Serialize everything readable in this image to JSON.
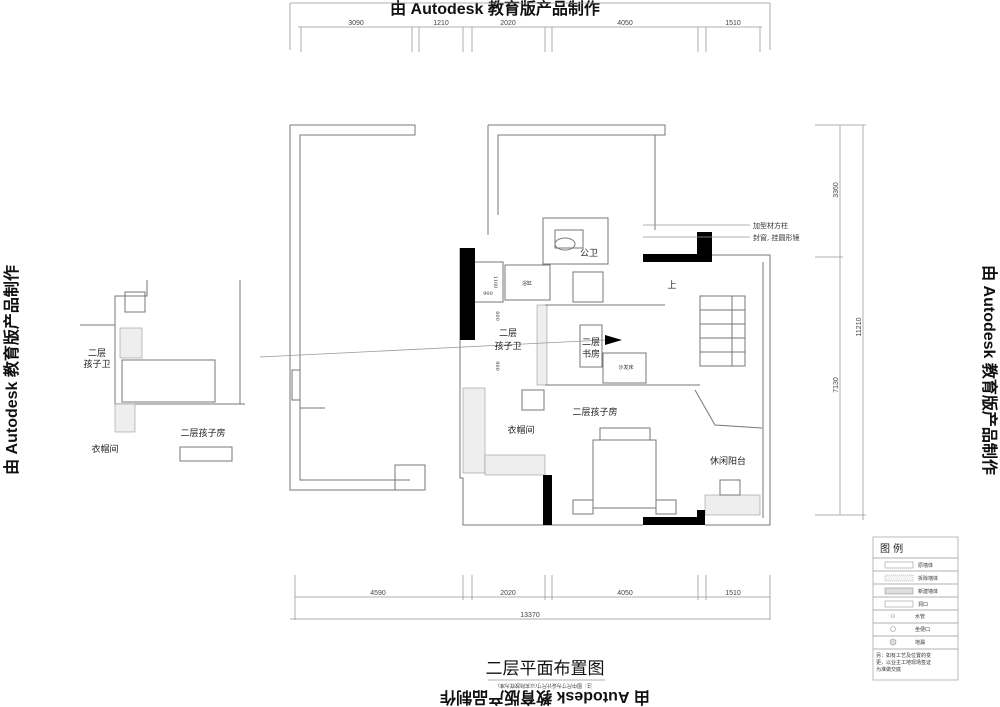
{
  "watermark": "由 Autodesk 教育版产品制作",
  "title": "二层平面布置图",
  "note": "注：图中尺寸为设计尺寸(以实际放样为准)",
  "top_dims": [
    "3090",
    "1210",
    "2020",
    "4050",
    "1510"
  ],
  "bottom_dims": [
    "4590",
    "2020",
    "4050",
    "1510"
  ],
  "bottom_total": "13370",
  "right_dims": {
    "upper": "3360",
    "lower": "7130",
    "total": "11210"
  },
  "annotations": [
    "加型材方柱",
    "封窗, 挂圆形镜"
  ],
  "rooms": {
    "public_bath": "公卫",
    "bathtub": "浴缸",
    "up": "上",
    "kids_bath_1": "二层",
    "kids_bath_2": "孩子卫",
    "study_1": "二层",
    "study_2": "书房",
    "sofa_bed": "沙发床",
    "kids_room": "二层孩子房",
    "cloakroom": "衣帽间",
    "balcony": "休闲阳台",
    "dim_900a": "900",
    "dim_1100": "1100",
    "dim_600": "600",
    "dim_900b": "900"
  },
  "detail": {
    "kids_bath_1": "二层",
    "kids_bath_2": "孩子卫",
    "kids_room": "二层孩子房",
    "cloakroom": "衣帽间"
  },
  "legend": {
    "title": "图 例",
    "items": [
      "原墙体",
      "拆除墙体",
      "新建墙体",
      "洞口",
      "水管",
      "坐便口",
      "地漏"
    ],
    "footnote": [
      "另：如有工艺及位置的变",
      "更，以业主工地现场签证",
      "为准做交底"
    ]
  }
}
